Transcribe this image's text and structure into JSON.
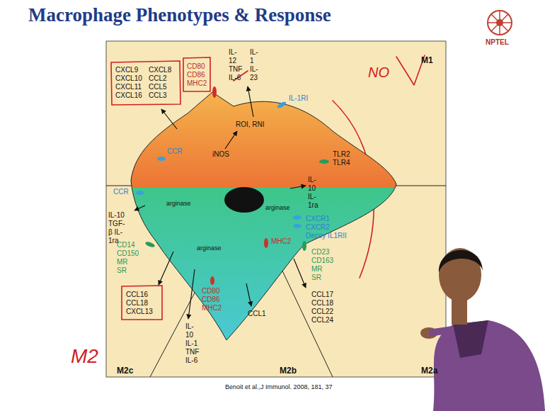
{
  "diagram": {
    "title": "Macrophage Phenotypes & Response",
    "caption": "Benoit et al.,J Immunol. 2008, 181, 37",
    "nodes": [
      {
        "text": [
          "M1",
          "M2c",
          "M2b",
          "M2a"
        ]
      },
      {
        "text": [
          "ROI, RNI",
          "iNOS",
          "arginase",
          "arginase",
          "arginase"
        ],
        "in": 0
      }
    ],
    "labels": [
      "CXCL9 CXCL10 CXCL11 CXCL16",
      "CXCL8 CCL2 CCL5 CCL3",
      "CD80 CD86 MHC2",
      "IL-12 TNF IL-6",
      "IL-1 IL-23",
      "IL-1RI",
      "CCR",
      "TLR2 TLR4",
      "CCR",
      "IL-10 TGF-β IL-1ra",
      "CD14 CD150 MR SR",
      "CCL16 CCL18 CXCL13",
      "IL-10 IL-1 TNF IL-6",
      "CD80 CD86 MHC2",
      "CCL1",
      "MHC2",
      "IL-10 IL-1ra",
      "CXCR1",
      "CXCR2",
      "Decoy IL1RII",
      "CD23 CD163 MR SR",
      "CCL17 CCL18 CCL22 CCL24",
      "NPTEL",
      "NO",
      "M2"
    ]
  }
}
